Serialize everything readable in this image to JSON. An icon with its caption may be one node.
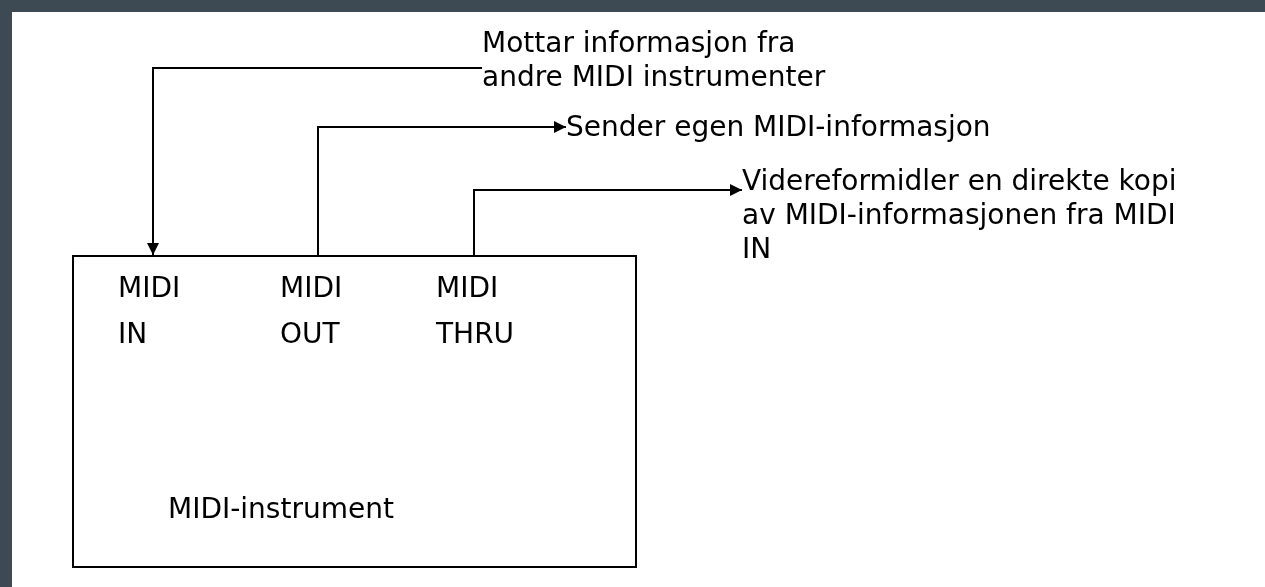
{
  "diagram": {
    "nodes": [
      {
        "text": [
          "MIDI-instrument"
        ]
      },
      {
        "text": [
          "MIDI IN"
        ],
        "in": 0
      },
      {
        "text": [
          "MIDI OUT"
        ],
        "in": 0
      },
      {
        "text": [
          "MIDI THRU"
        ],
        "in": 0
      },
      {
        "text": [
          "Mottar informasjon fra andre MIDI instrumenter"
        ]
      },
      {
        "text": [
          "Sender egen MIDI-informasjon"
        ]
      },
      {
        "text": [
          "Videreformidler en direkte kopi av MIDI-informasjonen fra MIDI IN"
        ]
      }
    ],
    "edges": [
      {
        "from": 4,
        "to": 1,
        "arrow": "to"
      },
      {
        "from": 2,
        "to": 5,
        "arrow": "to"
      },
      {
        "from": 3,
        "to": 6,
        "arrow": "to"
      }
    ]
  }
}
